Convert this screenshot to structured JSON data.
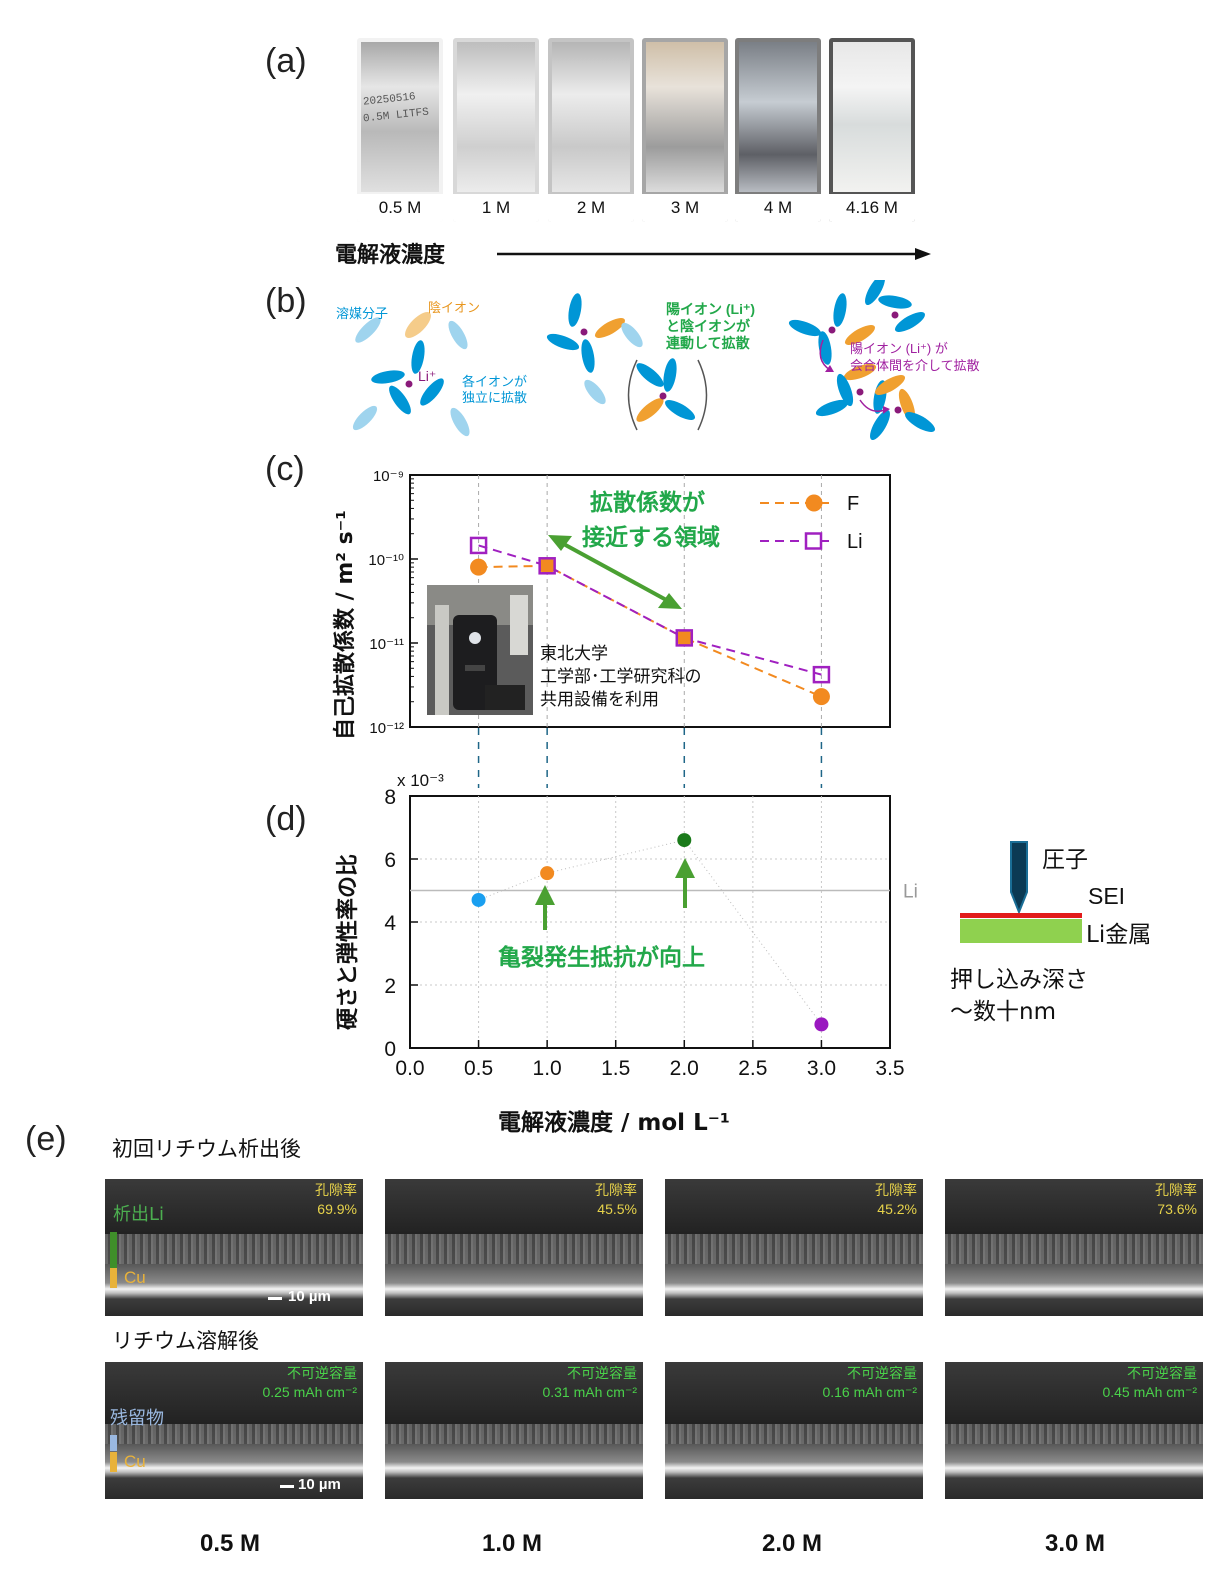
{
  "panel_a": {
    "label": "(a)",
    "vials": [
      "0.5 M",
      "1 M",
      "2 M",
      "3 M",
      "4 M",
      "4.16 M"
    ],
    "vial_labels": [
      "20250516",
      "0.5M LITFS"
    ],
    "arrow_label": "電解液濃度"
  },
  "panel_b": {
    "label": "(b)",
    "solvent": "溶媒分子",
    "anion": "陰イオン",
    "li": "Li⁺",
    "independent_1": "各イオンが",
    "independent_2": "独立に拡散",
    "coupled_1": "陽イオン (Li⁺)",
    "coupled_2": "と陰イオンが",
    "coupled_3": "連動して拡散",
    "hop_1": "陽イオン (Li⁺) が",
    "hop_2": "会合体間を介して拡散",
    "colors": {
      "solvent": "#0096d6",
      "anion": "#f0a030",
      "li": "#8a1a7a",
      "green_text": "#22a84a",
      "purple_text": "#a020a0"
    }
  },
  "panel_c": {
    "label": "(c)",
    "annotation_1": "拡散係数が",
    "annotation_2": "接近する領域",
    "photo_caption_1": "東北大学",
    "photo_caption_2": "工学部･工学研究科の",
    "photo_caption_3": "共用設備を利用",
    "ylabel": "自己拡散係数 / m² s⁻¹"
  },
  "panel_d": {
    "label": "(d)",
    "ylabel": "硬さと弾性率の比",
    "xlabel": "電解液濃度 / mol L⁻¹",
    "scale_label": "x 10⁻³",
    "li_ref_label": "Li",
    "annotation": "亀裂発生抵抗が向上",
    "indenter": "圧子",
    "sei": "SEI",
    "li_metal": "Li金属",
    "depth_1": "押し込み深さ",
    "depth_2": "～数十nm"
  },
  "chart_data": [
    {
      "type": "line",
      "panel": "c",
      "x": [
        0.5,
        1.0,
        2.0,
        3.0
      ],
      "series": [
        {
          "name": "F",
          "values": [
            8e-11,
            8.3e-11,
            1.15e-11,
            2.3e-12
          ],
          "color": "#f28a20",
          "marker": "circle"
        },
        {
          "name": "Li",
          "values": [
            1.45e-10,
            8.3e-11,
            1.15e-11,
            4.2e-12
          ],
          "color": "#a020c0",
          "marker": "square"
        }
      ],
      "ylabel": "自己拡散係数 / m² s⁻¹",
      "yscale": "log",
      "ylim": [
        1e-12,
        1e-09
      ],
      "yticks": [
        "10⁻⁹",
        "10⁻¹⁰",
        "10⁻¹¹",
        "10⁻¹²"
      ],
      "legend": "top-right",
      "grid": "vertical dashed at data x"
    },
    {
      "type": "scatter",
      "panel": "d",
      "x": [
        0.5,
        1.0,
        2.0,
        3.0
      ],
      "values": [
        4.7,
        5.55,
        6.6,
        0.75
      ],
      "colors": [
        "#1a9ff0",
        "#f28a20",
        "#1a7a1a",
        "#9a18c0"
      ],
      "reference_line": 5.0,
      "xlabel": "電解液濃度 / mol L⁻¹",
      "ylabel": "硬さと弾性率の比",
      "xlim": [
        0,
        3.5
      ],
      "ylim": [
        0,
        8
      ],
      "xticks": [
        "0.0",
        "0.5",
        "1.0",
        "1.5",
        "2.0",
        "2.5",
        "3.0",
        "3.5"
      ],
      "yticks": [
        "0",
        "2",
        "4",
        "6",
        "8"
      ],
      "grid": "dotted"
    }
  ],
  "panel_e": {
    "label": "(e)",
    "row1_title": "初回リチウム析出後",
    "row2_title": "リチウム溶解後",
    "porosity_label": "孔隙率",
    "porosity": [
      "69.9%",
      "45.5%",
      "45.2%",
      "73.6%"
    ],
    "capacity_label": "不可逆容量",
    "capacity": [
      "0.25 mAh cm⁻²",
      "0.31 mAh cm⁻²",
      "0.16 mAh cm⁻²",
      "0.45 mAh cm⁻²"
    ],
    "deposited_li": "析出Li",
    "residue": "残留物",
    "cu": "Cu",
    "scale_bar": "10 µm",
    "concentrations": [
      "0.5 M",
      "1.0 M",
      "2.0 M",
      "3.0 M"
    ]
  }
}
